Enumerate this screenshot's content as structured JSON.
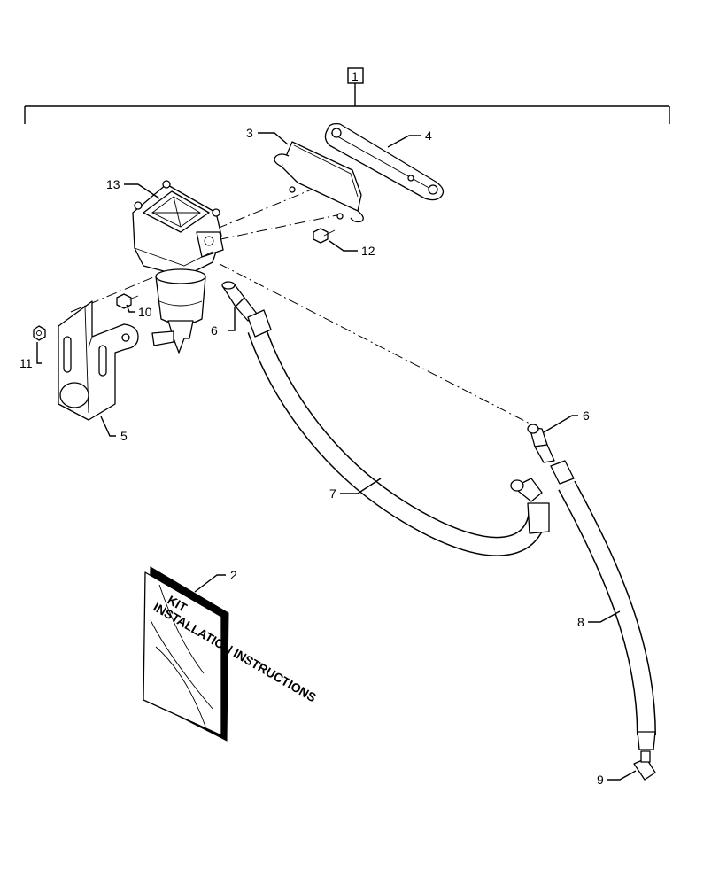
{
  "callouts": {
    "c1": "1",
    "c2": "2",
    "c3": "3",
    "c4": "4",
    "c5": "5",
    "c6a": "6",
    "c6b": "6",
    "c7": "7",
    "c8": "8",
    "c9": "9",
    "c10": "10",
    "c11": "11",
    "c12": "12",
    "c13": "13"
  },
  "manual": {
    "title_line1": "KIT",
    "title_line2": "INSTALLATION INSTRUCTIONS"
  }
}
